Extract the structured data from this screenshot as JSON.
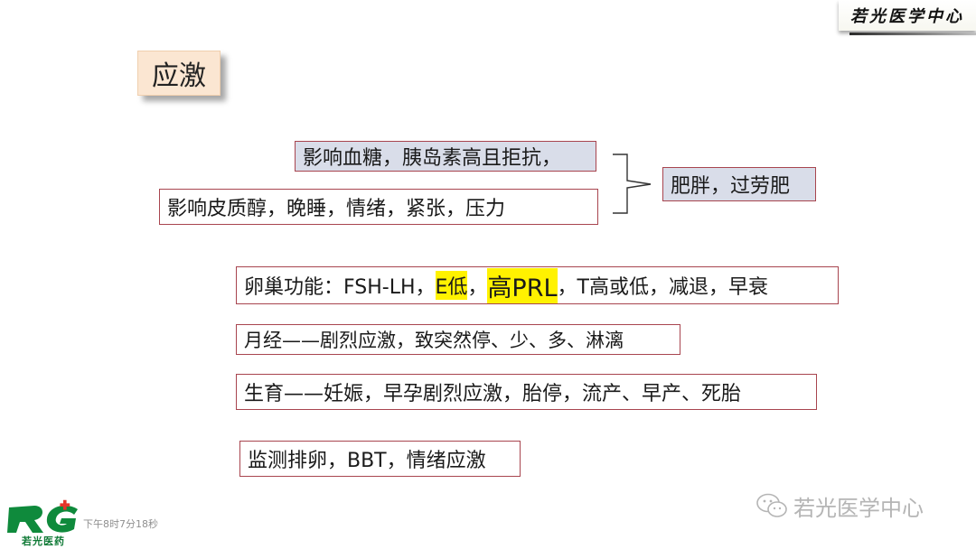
{
  "header": {
    "brand": "若光医学中心"
  },
  "slide": {
    "title": "应激",
    "items": {
      "blood_sugar": "影响血糖，胰岛素高且拒抗，",
      "cortisol": "影响皮质醇，晚睡，情绪，紧张，压力",
      "result": "肥胖，过劳肥",
      "ovary_prefix": "卵巢功能：FSH-LH，",
      "ovary_e": "E低",
      "ovary_sep": "，",
      "ovary_prl": "高PRL",
      "ovary_suffix": "，T高或低，减退，早衰",
      "menses": "月经——剧烈应激，致突然停、少、多、淋漓",
      "fertility": "生育——妊娠，早孕剧烈应激，胎停，流产、早产、死胎",
      "monitoring": "监测排卵，BBT，情绪应激"
    }
  },
  "footer": {
    "watermark": "若光医学中心",
    "logo_caption": "若光医药",
    "timestamp": "下午8时7分18秒"
  },
  "colors": {
    "box_border": "#a8454f",
    "grey_fill": "#d9dde9",
    "title_fill": "#fbe6d2",
    "highlight": "#fff200",
    "logo_green": "#0f7a36"
  }
}
